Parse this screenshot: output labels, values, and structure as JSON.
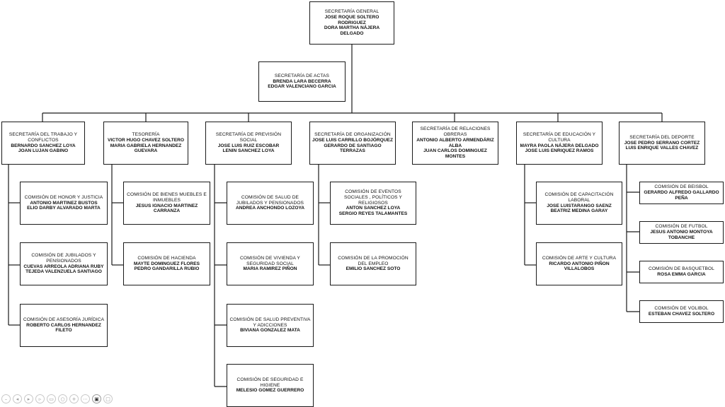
{
  "general": {
    "title": "SECRETARÍA GENERAL",
    "names": [
      "JOSE ROQUE SOLTERO RODRIGUEZ",
      "DORA MARTHA NÁJERA  DELGADO"
    ]
  },
  "actas": {
    "title": "SECRETARÍA DE ACTAS",
    "names": [
      "BRENDA LARA BECERRA",
      "EDGAR VALENCIANO GARCIA"
    ]
  },
  "secretarias": [
    {
      "title": "SECRETARÍA DEL TRABAJO Y CONFLICTOS",
      "names": [
        "BERNARDO SANCHEZ LOYA",
        "JOAN LUJAN GABINO"
      ]
    },
    {
      "title": "TESORERÍA",
      "names": [
        "VICTOR HUGO CHAVEZ SOLTERO",
        "MARIA GABRIELA HERNANDEZ GUEVARA"
      ]
    },
    {
      "title": "SECRETARÍA DE PREVISIÓN SOCIAL",
      "names": [
        "JOSE LUIS RUIZ ESCOBAR",
        "LENIN SANCHEZ LOYA"
      ]
    },
    {
      "title": "SECRETARÍA DE ORGANIZACIÓN",
      "names": [
        "JOSE LUIS CARRILLO BOJÓRQUEZ",
        "GERARDO DE SANTIAGO TERRAZAS"
      ]
    },
    {
      "title": "SECRETARÍA DE RELACIONES OBRERAS",
      "names": [
        "ANTONIO ALBERTO ARMENDÁRIZ ALBA",
        "JUAN CARLOS DOMINGUEZ MONTES"
      ]
    },
    {
      "title": "SECRETARÍA DE EDUCACIÓN Y CULTURA",
      "names": [
        "MAYRA PAOLA NÁJERA  DELGADO",
        "JOSE LUIS ENRIQUEZ RAMOS"
      ]
    },
    {
      "title": "SECRETARÍA DEL DEPORTE",
      "names": [
        "JOSE PEDRO SERRANO CORTEZ",
        "LUIS ENRIQUE VALLES CHAVEZ"
      ]
    }
  ],
  "comisiones": {
    "trabajo": [
      {
        "title": "COMISIÓN  DE HONOR Y JUSTICIA",
        "names": [
          "ANTONIO MARTINEZ BUSTOS",
          "ELIO DARBY ALVARADO MARTA"
        ]
      },
      {
        "title": "COMISIÓN DE JUBILADOS Y PENSIONADOS",
        "names": [
          "CUEVAS ARREOLA ADRIANA RUBY",
          "TEJEDA VALENZUELA SANTIAGO"
        ]
      },
      {
        "title": "COMISIÓN DE ASESORÍA JURÍDICA",
        "names": [
          "ROBERTO CARLOS HERNANDEZ FILETO"
        ]
      }
    ],
    "tesoreria": [
      {
        "title": "COMISIÓN DE BIENES MUEBLES E INMUEBLES",
        "names": [
          "JESUS IGNACIO MARTINEZ CARRANZA"
        ]
      },
      {
        "title": "COMISIÓN DE HACIENDA",
        "names": [
          "MAYTE  DOMINGUEZ FLORES",
          "PEDRO GANDARILLA RUBIO"
        ]
      }
    ],
    "prevision": [
      {
        "title": "COMISIÓN DE SALUD DE JUBILADOS Y PENSIONADOS",
        "names": [
          "ANDREA ANCHONDO LOZOYA"
        ]
      },
      {
        "title": "COMISIÓN DE VIVIENDA Y SEGURIDAD SOCIAL",
        "names": [
          "MARIA RAMIREZ PIÑON"
        ]
      },
      {
        "title": "COMISIÓN DE SALUD PREVENTIVA Y ADICCIONES",
        "names": [
          "BIVIANA GONZALEZ MATA"
        ]
      },
      {
        "title": "COMISIÓN DE SEGURIDAD E HIGIENE",
        "names": [
          "MELESIO GOMEZ GUERRERO"
        ]
      }
    ],
    "organizacion": [
      {
        "title": "COMISIÓN DE EVENTOS SOCIALES , POLÍTICOS Y RELIGIOSOS",
        "names": [
          "ANTON SANCHEZ LOYA",
          "SERGIO REYES TALAMANTES"
        ]
      },
      {
        "title": "COMISIÓN DE LA PROMOCIÓN DEL EMPLEO",
        "names": [
          "EMILIO SANCHEZ SOTO"
        ]
      }
    ],
    "educacion": [
      {
        "title": "COMISIÓN DE CAPACITACIÓN LABORAL",
        "names": [
          "JOSE LUISTARANGO SAENZ",
          "BEATRIZ MEDINA GARAY"
        ]
      },
      {
        "title": "COMISIÓN DE ARTE Y CULTURA",
        "names": [
          "RICARDO ANTONIO PIÑON VILLALOBOS"
        ]
      }
    ],
    "deporte": [
      {
        "title": "COMISIÓN DE BEISBOL",
        "names": [
          "GERARDO ALFREDO GALLARDO PEÑA"
        ]
      },
      {
        "title": "COMISIÓN DE FUTBOL",
        "names": [
          "JESUS ANTONIO MONTOYA TOBANCHE"
        ]
      },
      {
        "title": "COMISIÓN DE BASQUETBOL",
        "names": [
          "ROSA EMMA GARCIA"
        ]
      },
      {
        "title": "COMISIÓN DE VOLIBOL",
        "names": [
          "ESTEBAN CHAVEZ SOLTERO"
        ]
      }
    ]
  },
  "controls": [
    "zoom-out-icon",
    "back-icon",
    "play-icon",
    "forward-icon",
    "copy-icon",
    "search-icon",
    "zoom-in-icon",
    "more-icon",
    "camera-icon",
    "fullscreen-icon"
  ]
}
